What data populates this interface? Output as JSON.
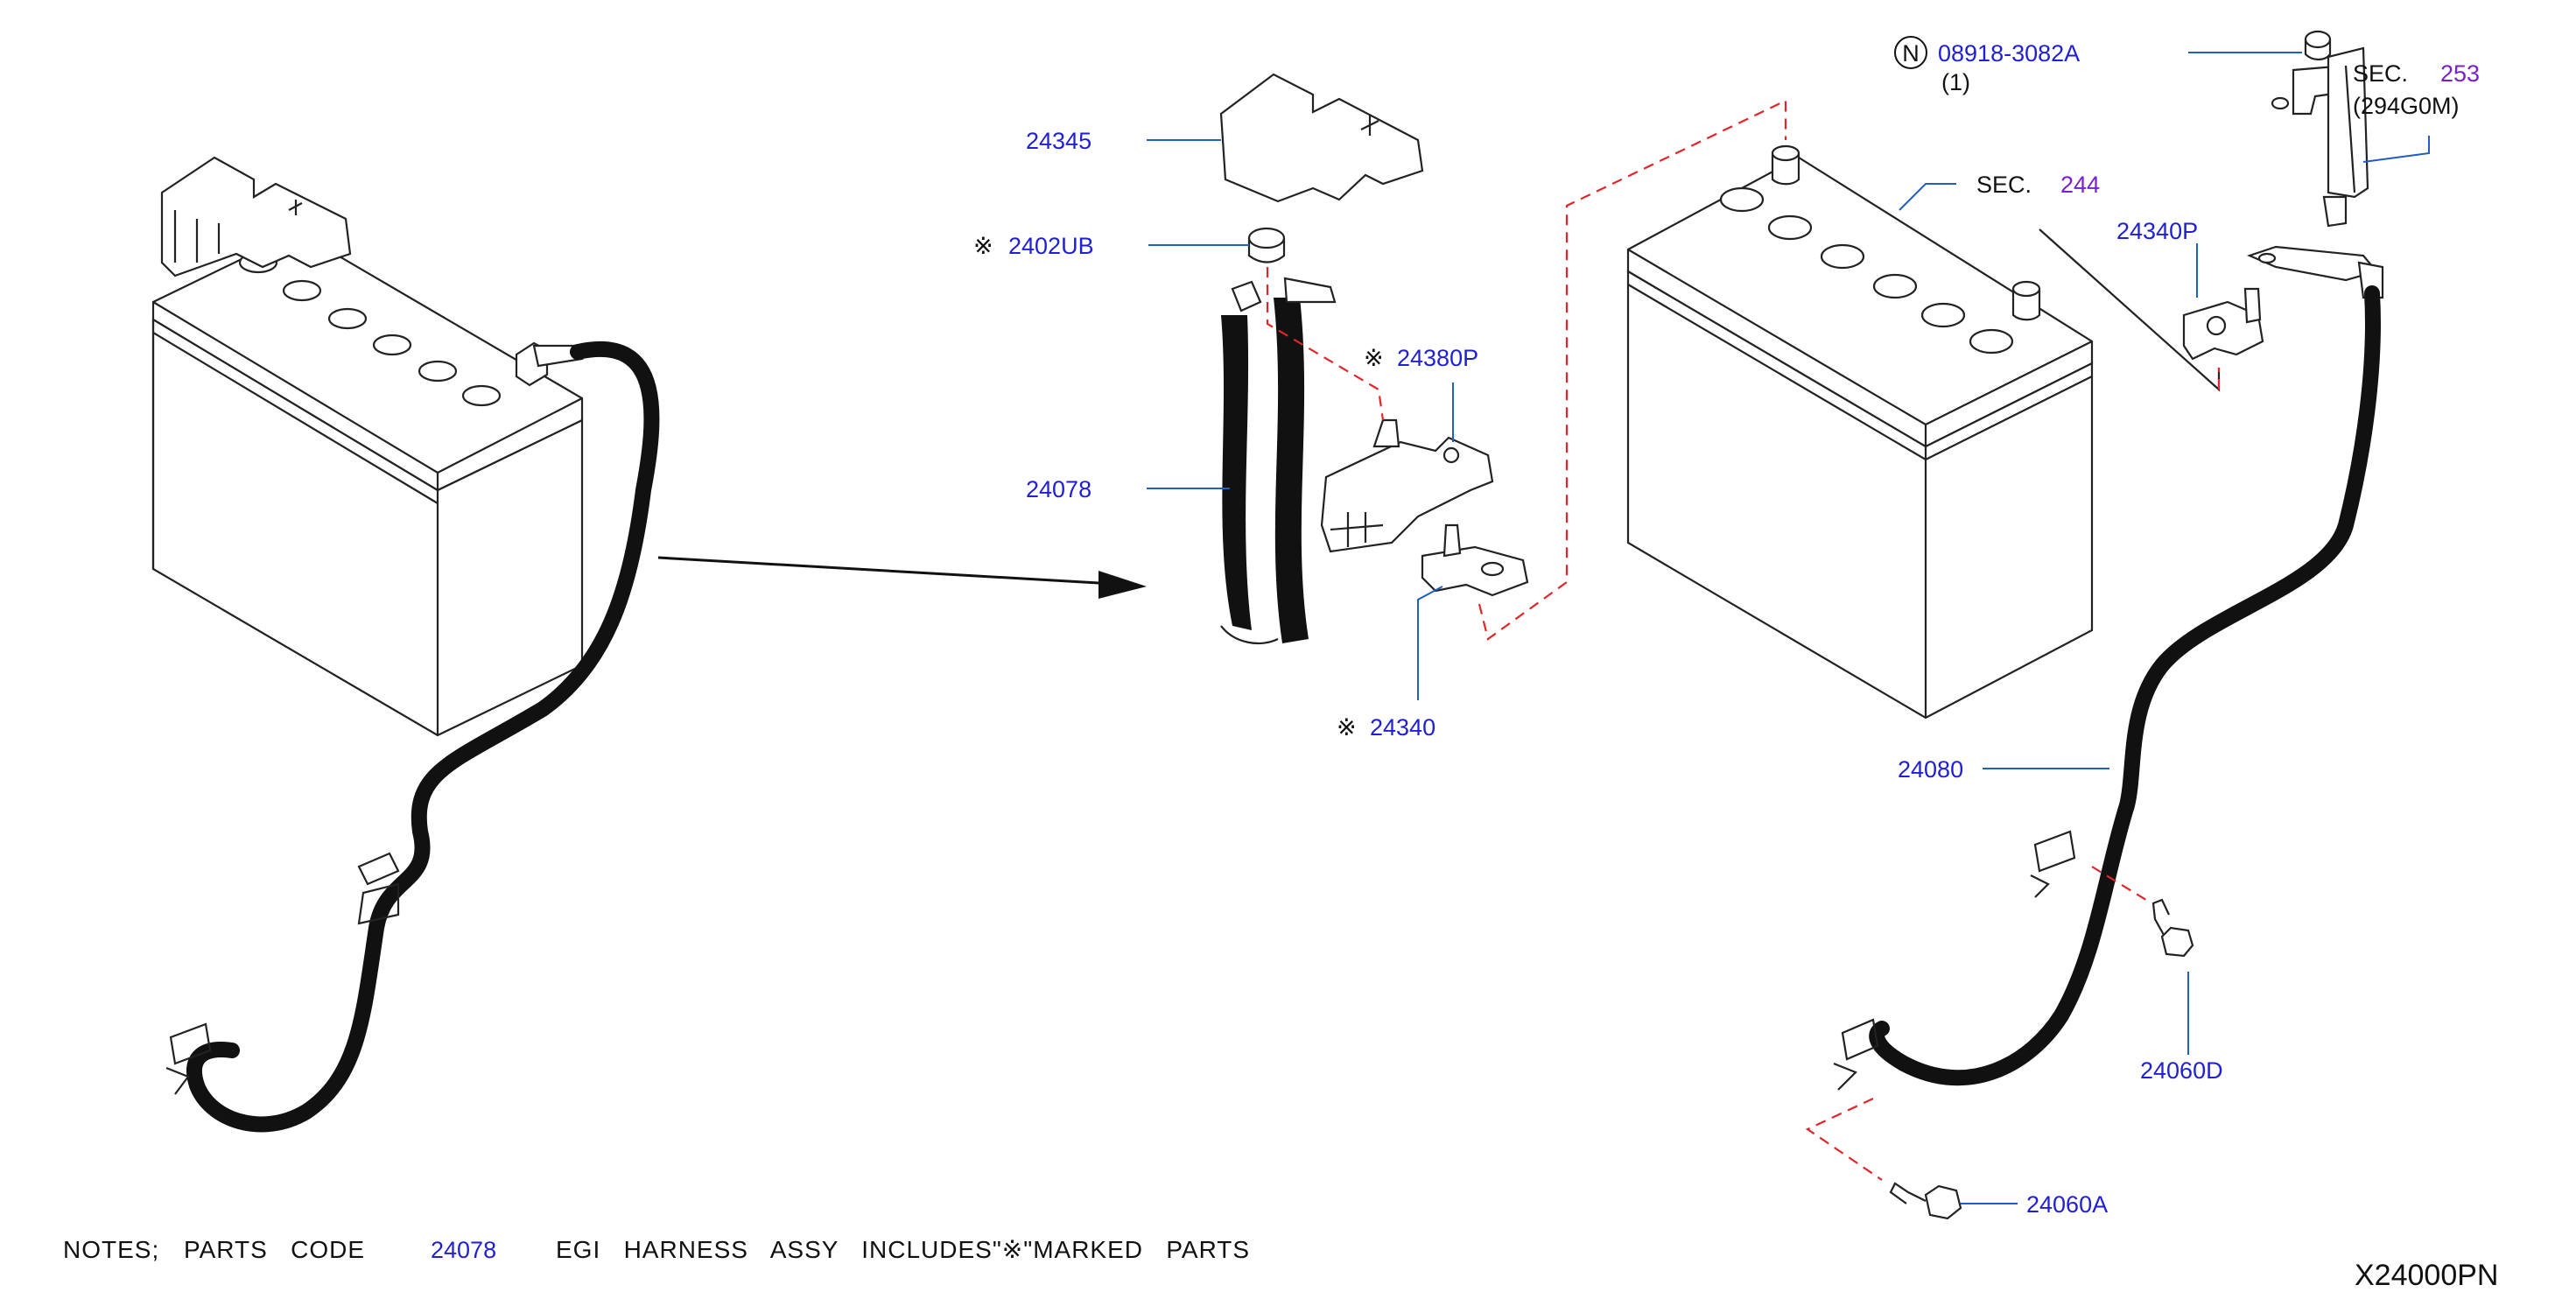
{
  "parts": {
    "p24345": "24345",
    "p2402ub": "2402UB",
    "p24380p": "24380P",
    "p24078": "24078",
    "p24340": "24340",
    "p24340p": "24340P",
    "p08918": "08918-3082A",
    "p08918_qty": "(1)",
    "p24080": "24080",
    "p24060d": "24060D",
    "p24060a": "24060A"
  },
  "marks": {
    "included": "※",
    "nut_symbol": "N"
  },
  "sections": {
    "sec_label": "SEC.",
    "sec244": "244",
    "sec253": "253",
    "sec253_sub": "(294G0M)"
  },
  "notes": {
    "prefix": "NOTES;",
    "parts_code": "PARTS   CODE",
    "code": "24078",
    "suffix": "EGI   HARNESS   ASSY   INCLUDES\"※\"MARKED   PARTS"
  },
  "drawing_code": "X24000PN",
  "colors": {
    "part_label": "#1f1fd6",
    "section_ref": "#7a1fd0",
    "leader": "#1f5fbf",
    "dashed_guide": "#e0262b"
  }
}
